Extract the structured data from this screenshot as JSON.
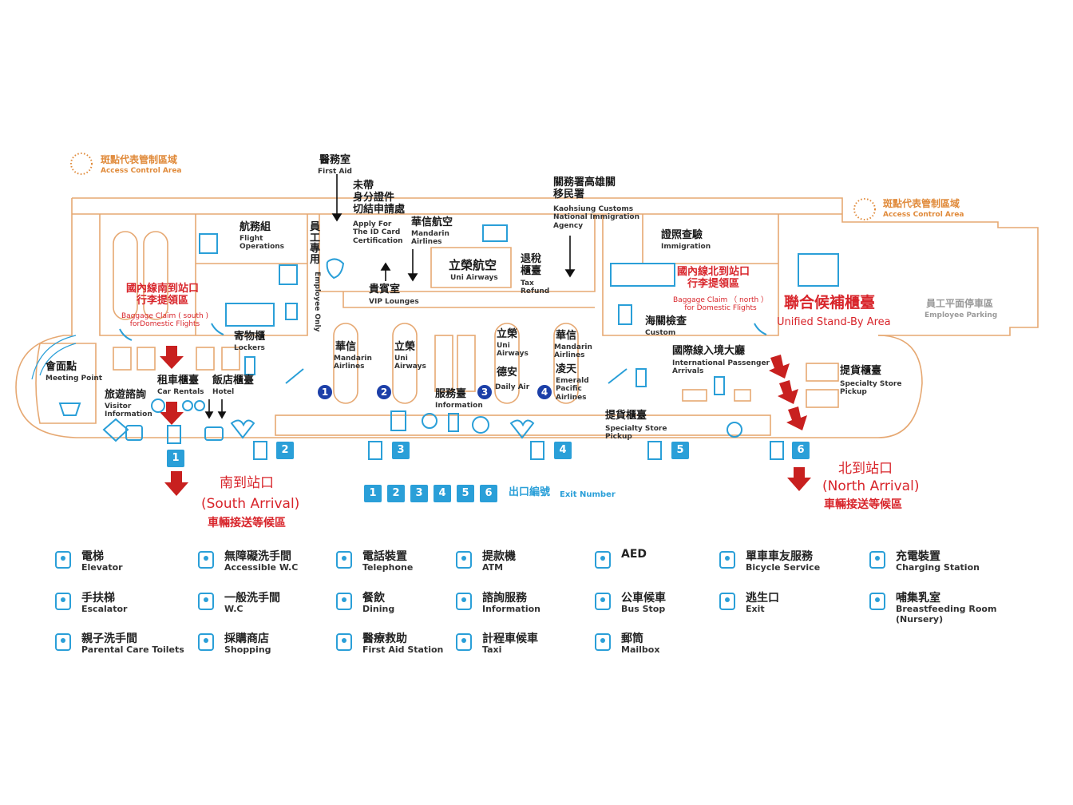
{
  "access_control": {
    "left_zh": "斑點代表管制區域",
    "left_en": "Access Control Area",
    "right_zh": "斑點代表管制區域",
    "right_en": "Access Control Area"
  },
  "labels": {
    "first_aid_zh": "醫務室",
    "first_aid_en": "First Aid",
    "id_card_zh": "未帶\n身分證件\n切結申請處",
    "id_card_en": "Apply For\nThe ID Card\nCertification",
    "mandarin_top_zh": "華信航空",
    "mandarin_top_en": "Mandarin\nAirlines",
    "customs_zh": "關務署高雄關\n移民署",
    "customs_en": "Kaohsiung Customs\nNational Immigration\nAgency",
    "flight_ops_zh": "航務組",
    "flight_ops_en": "Flight\nOperations",
    "employee_only_zh": "員\n工\n專\n用",
    "employee_only_en": "Employee Only",
    "uni_airways_zh": "立榮航空",
    "uni_airways_en": "Uni Airways",
    "tax_refund_zh": "退稅\n櫃臺",
    "tax_refund_en": "Tax\nRefund",
    "vip_zh": "貴賓室",
    "vip_en": "VIP Lounges",
    "immigration_zh": "證照查驗",
    "immigration_en": "Immigration",
    "bag_south_zh": "國內線南到站口\n行李提領區",
    "bag_south_en": "Baggage Claim ( south )\nforDomestic Flights",
    "bag_north_zh": "國內線北到站口\n行李提領區",
    "bag_north_en": "Baggage Claim （ north ）\nfor Domestic Flights",
    "standby_zh": "聯合候補櫃臺",
    "standby_en": "Unified Stand-By Area",
    "parking_zh": "員工平面停車區",
    "parking_en": "Employee Parking",
    "custom_zh": "海關檢查",
    "custom_en": "Custom",
    "lockers_zh": "寄物櫃",
    "lockers_en": "Lockers",
    "meeting_zh": "會面點",
    "meeting_en": "Meeting Point",
    "car_rentals_zh": "租車櫃臺",
    "car_rentals_en": "Car Rentals",
    "hotel_zh": "飯店櫃臺",
    "hotel_en": "Hotel",
    "visitor_zh": "旅遊諮詢",
    "visitor_en": "Visitor\nInformation",
    "c1_zh": "華信",
    "c1_en": "Mandarin\nAirlines",
    "c2_zh": "立榮",
    "c2_en": "Uni\nAirways",
    "c3a_zh": "立榮",
    "c3a_en": "Uni\nAirways",
    "c3b_zh": "德安",
    "c3b_en": "Daily Air",
    "c4a_zh": "華信",
    "c4a_en": "Mandarin\nAirlines",
    "c4b_zh": "凌天",
    "c4b_en": "Emerald\nPacific\nAirlines",
    "info_zh": "服務臺",
    "info_en": "Information",
    "intl_zh": "國際線入境大廳",
    "intl_en": "International Passenger\nArrivals",
    "specialty_right_zh": "提貨櫃臺",
    "specialty_right_en": "Specialty Store\nPickup",
    "specialty_mid_zh": "提貨櫃臺",
    "specialty_mid_en": "Specialty Store\nPickup",
    "south_zh": "南到站口",
    "south_en": "(South Arrival)",
    "south_sub": "車輛接送等候區",
    "north_zh": "北到站口",
    "north_en": "(North Arrival)",
    "north_sub": "車輛接送等候區",
    "exit_number_zh": "出口編號",
    "exit_number_en": "Exit Number"
  },
  "counter_numbers": [
    "1",
    "2",
    "3",
    "4"
  ],
  "exit_numbers": [
    "1",
    "2",
    "3",
    "4",
    "5",
    "6"
  ],
  "legend": [
    {
      "zh": "電梯",
      "en": "Elevator",
      "icon": "elevator-icon"
    },
    {
      "zh": "無障礙洗手間",
      "en": "Accessible W.C",
      "icon": "accessible-wc-icon"
    },
    {
      "zh": "電話裝置",
      "en": "Telephone",
      "icon": "telephone-icon"
    },
    {
      "zh": "提款機",
      "en": "ATM",
      "icon": "atm-icon"
    },
    {
      "zh": "AED",
      "en": "",
      "icon": "aed-icon"
    },
    {
      "zh": "單車車友服務",
      "en": "Bicycle Service",
      "icon": "bicycle-icon"
    },
    {
      "zh": "充電裝置",
      "en": "Charging Station",
      "icon": "charging-icon"
    },
    {
      "zh": "手扶梯",
      "en": "Escalator",
      "icon": "escalator-icon"
    },
    {
      "zh": "一般洗手間",
      "en": "W.C",
      "icon": "wc-icon"
    },
    {
      "zh": "餐飲",
      "en": "Dining",
      "icon": "dining-icon"
    },
    {
      "zh": "諮詢服務",
      "en": "Information",
      "icon": "information-icon"
    },
    {
      "zh": "公車候車",
      "en": "Bus Stop",
      "icon": "bus-icon"
    },
    {
      "zh": "逃生口",
      "en": "Exit",
      "icon": "exit-icon"
    },
    {
      "zh": "哺集乳室",
      "en": "Breastfeeding Room\n(Nursery)",
      "icon": "nursery-icon"
    },
    {
      "zh": "親子洗手間",
      "en": "Parental Care Toilets",
      "icon": "parental-toilet-icon"
    },
    {
      "zh": "採購商店",
      "en": "Shopping",
      "icon": "shopping-icon"
    },
    {
      "zh": "醫療救助",
      "en": "First Aid Station",
      "icon": "first-aid-icon"
    },
    {
      "zh": "計程車候車",
      "en": "Taxi",
      "icon": "taxi-icon"
    },
    {
      "zh": "郵筒",
      "en": "Mailbox",
      "icon": "mailbox-icon"
    }
  ],
  "colors": {
    "outline": "#e6a872",
    "icon": "#2a9fd8",
    "arrow": "#c8201f",
    "label_red": "#d8252b",
    "counter_circle": "#1c3fa8"
  }
}
